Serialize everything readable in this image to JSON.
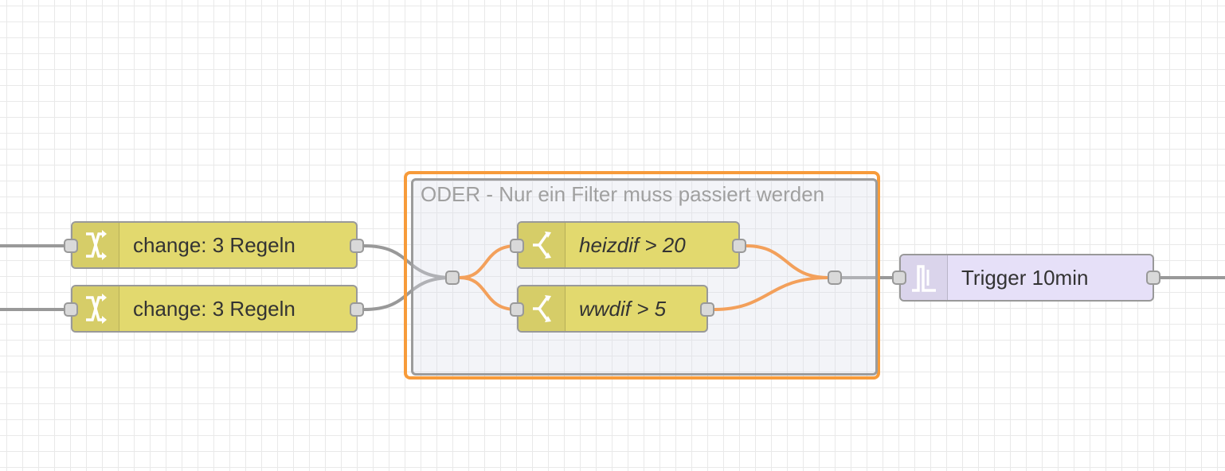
{
  "group": {
    "label": "ODER - Nur ein Filter muss passiert werden"
  },
  "nodes": {
    "change1": {
      "label": "change: 3 Regeln",
      "type": "change",
      "icon": "shuffle-icon",
      "color": "#e2d96e"
    },
    "change2": {
      "label": "change: 3 Regeln",
      "type": "change",
      "icon": "shuffle-icon",
      "color": "#e2d96e"
    },
    "filter1": {
      "label": "heizdif > 20",
      "type": "filter",
      "icon": "switch-icon",
      "color": "#e2d96e"
    },
    "filter2": {
      "label": "wwdif > 5",
      "type": "filter",
      "icon": "switch-icon",
      "color": "#e2d96e"
    },
    "trigger": {
      "label": "Trigger 10min",
      "type": "trigger",
      "icon": "pulse-icon",
      "color": "#e6e0f8"
    }
  },
  "colors": {
    "selection": "#ff7f0e",
    "group_selection": "#f79b3a",
    "wire": "#999999",
    "group_border": "#9c9c9c"
  }
}
